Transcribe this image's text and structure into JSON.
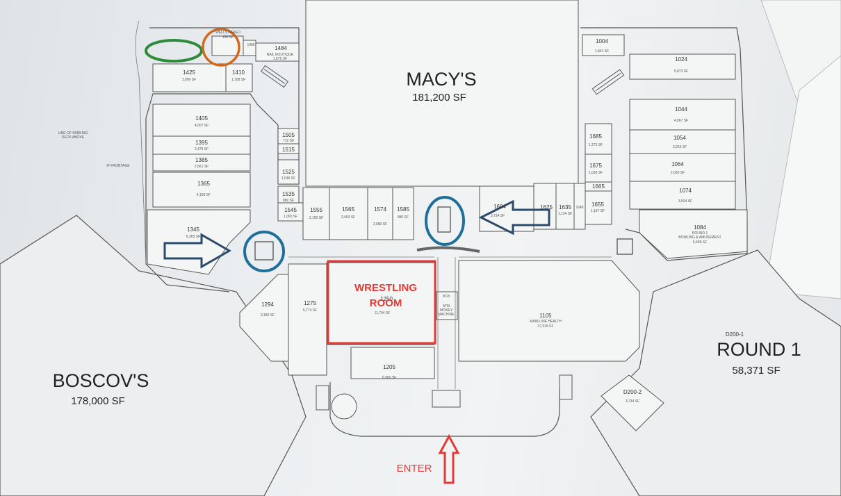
{
  "anchors": {
    "macys": {
      "name": "MACY'S",
      "sf": "181,200 SF"
    },
    "boscovs": {
      "name": "BOSCOV'S",
      "sf": "178,000 SF"
    },
    "round1": {
      "name": "ROUND 1",
      "sf": "58,371 SF"
    }
  },
  "stores_left": [
    {
      "unit": "1425",
      "sf": "3,090 SF"
    },
    {
      "unit": "1410",
      "sf": "1,108 SF"
    },
    {
      "unit": "1405",
      "sf": "4,007 SF"
    },
    {
      "unit": "1395",
      "sf": "2,478 SF"
    },
    {
      "unit": "1385",
      "sf": "2,661 SF"
    },
    {
      "unit": "1365",
      "sf": "4,190 SF"
    },
    {
      "unit": "1345",
      "sf": "6,365 SF"
    },
    {
      "unit": "1484",
      "sf": "1,675 SF"
    }
  ],
  "stores_center": [
    {
      "unit": "1505",
      "sf": "712 SF"
    },
    {
      "unit": "1515",
      "sf": ""
    },
    {
      "unit": "1525",
      "sf": "1,036 SF"
    },
    {
      "unit": "1535",
      "sf": "880 SF"
    },
    {
      "unit": "1545",
      "sf": "1,000 SF"
    },
    {
      "unit": "1555",
      "sf": "2,192 SF"
    },
    {
      "unit": "1565",
      "sf": "2,463 SF"
    },
    {
      "unit": "1574",
      "sf": "2,680 SF"
    },
    {
      "unit": "1585",
      "sf": "880 SF"
    },
    {
      "unit": "1294",
      "sf": "3,180 SF"
    },
    {
      "unit": "1275",
      "sf": "5,774 SF"
    },
    {
      "unit": "1250",
      "sf": "11,794 SF"
    },
    {
      "unit": "1205",
      "sf": "6,960 SF"
    }
  ],
  "stores_right": [
    {
      "unit": "1004",
      "sf": "1,841 SF"
    },
    {
      "unit": "1024",
      "sf": "5,073 SF"
    },
    {
      "unit": "1044",
      "sf": "4,067 SF"
    },
    {
      "unit": "1054",
      "sf": "3,263 SF"
    },
    {
      "unit": "1064",
      "sf": "2,030 SF"
    },
    {
      "unit": "1074",
      "sf": "3,504 SF"
    },
    {
      "unit": "1685",
      "sf": "1,272 SF"
    },
    {
      "unit": "1675",
      "sf": "1,036 SF"
    },
    {
      "unit": "1665",
      "sf": ""
    },
    {
      "unit": "1655",
      "sf": "1,197 SF"
    },
    {
      "unit": "1645",
      "sf": ""
    },
    {
      "unit": "1635",
      "sf": "1,134 SF"
    },
    {
      "unit": "1625",
      "sf": ""
    },
    {
      "unit": "1604",
      "sf": "3,734 SF"
    }
  ],
  "special": {
    "wells_fargo": "WELLS FARGO",
    "wells_sf": "150 SF",
    "nail": "NAIL BOUTIQUE",
    "u1484": "1484",
    "u1490": "1490",
    "u1105": "1105",
    "main_line": "MAIN LINE HEALTH",
    "main_line_sf": "27,918 SF",
    "u3015": "3015",
    "atm1": "ATM",
    "atm2": "MONEY",
    "atm3": "MACHINE",
    "u1084": "1084",
    "bowling1": "ROUND 1",
    "bowling2": "BOWLING & AMUSEMENT",
    "bowling_sf": "6,409 SF",
    "d2001": "D200-1",
    "d2002": "D200-2",
    "d2002_sf": "3,734 SF",
    "frontage": "IF FRONTAGE",
    "line1": "LINE OF PARKING",
    "line2": "DECK ABOVE"
  },
  "annotations": {
    "wrestling1": "WRESTLING",
    "wrestling2": "ROOM",
    "enter": "ENTER"
  },
  "colors": {
    "red": "#e53935",
    "blue": "#1f6f9a",
    "navy": "#2c4a6b",
    "green": "#2e8b3a",
    "orange": "#d2691e"
  }
}
